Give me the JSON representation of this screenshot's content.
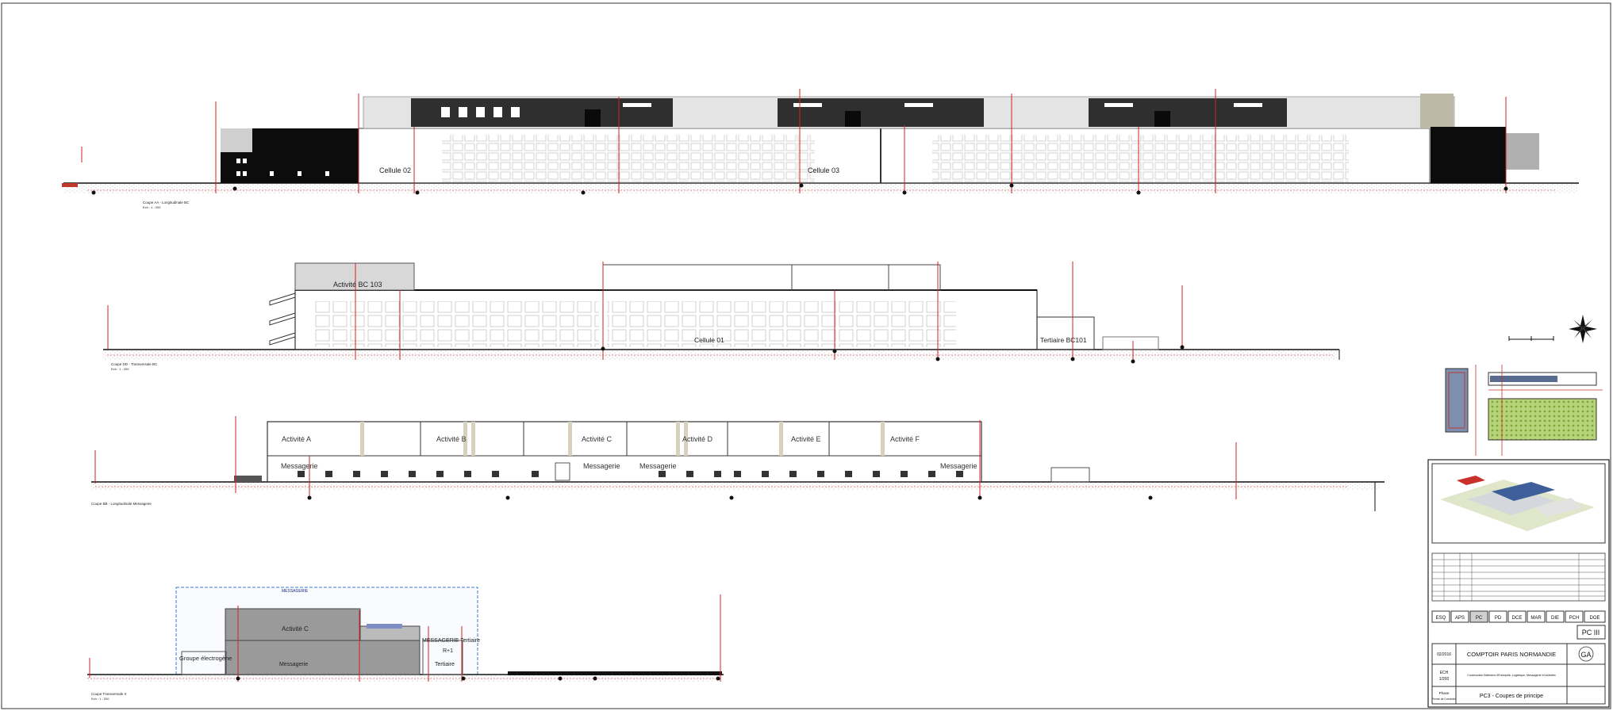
{
  "section1": {
    "title": "Coupe AA - Longitudinale BC",
    "scale": "Ech : 1 : 200",
    "cells": [
      "Cellule 02",
      "Cellule 03"
    ]
  },
  "section2": {
    "title": "Coupe DD - Transversale BC",
    "scale": "Ech : 1 : 200",
    "labels": [
      "Activité BC 103",
      "Cellule 01",
      "Tertiaire BC101"
    ]
  },
  "section3": {
    "title": "Coupe BB - Longitudinale Messagerie",
    "activities": [
      "Activité A",
      "Activité B",
      "Activité C",
      "Activité D",
      "Activité E",
      "Activité F"
    ],
    "messageries": [
      "Messagerie",
      "Messagerie",
      "Messagerie",
      "Messagerie"
    ]
  },
  "section4": {
    "title": "Coupe Transversale X",
    "scale": "Ech : 1 : 200",
    "header": "MESSAGERIE",
    "labels": [
      "Activité C",
      "Messagerie",
      "Groupe électrogène",
      "MESSAGERIE Tertiaire",
      "R+1",
      "Tertiaire"
    ]
  },
  "title_block": {
    "phases": [
      "ESQ",
      "APS",
      "PC",
      "PD",
      "DCE",
      "MAR",
      "DIE",
      "PCH",
      "DOE"
    ],
    "sheet_no": "PC III",
    "client": "COMPTOIR PARIS NORMANDIE",
    "project": "Construction Bâtiment d'Entrepôts, Logistique, Messagerie et Activités",
    "sheet_title": "PC3 - Coupes de principe",
    "logo": "GA",
    "date": "02/2016",
    "scale_label": "ECH",
    "scale_value": "1/200",
    "phase_label": "Phase",
    "phase_value": "Permis de Construire"
  }
}
